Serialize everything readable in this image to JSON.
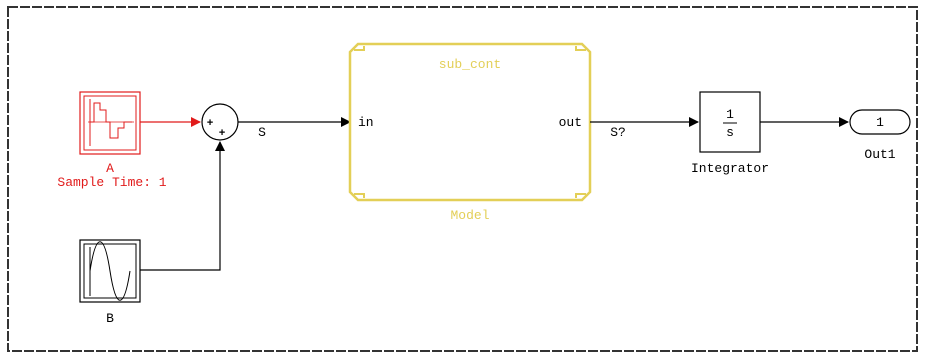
{
  "diagram": {
    "blocks": {
      "source_a": {
        "name": "A",
        "sample_time": "Sample Time: 1",
        "color": "#e11b1b",
        "icon": "signal-builder-icon"
      },
      "source_b": {
        "name": "B",
        "icon": "sine-wave-icon"
      },
      "sum": {
        "sign_top": "+",
        "sign_bottom": "+",
        "icon": "sum-icon"
      },
      "model": {
        "title": "sub_cont",
        "name": "Model",
        "in_port": "in",
        "out_port": "out",
        "color": "#e3cf57"
      },
      "integrator": {
        "name": "Integrator",
        "numerator": "1",
        "denominator": "s"
      },
      "outport": {
        "number": "1",
        "name": "Out1"
      }
    },
    "signals": {
      "s_label": "S",
      "s_out_label": "S?"
    }
  }
}
